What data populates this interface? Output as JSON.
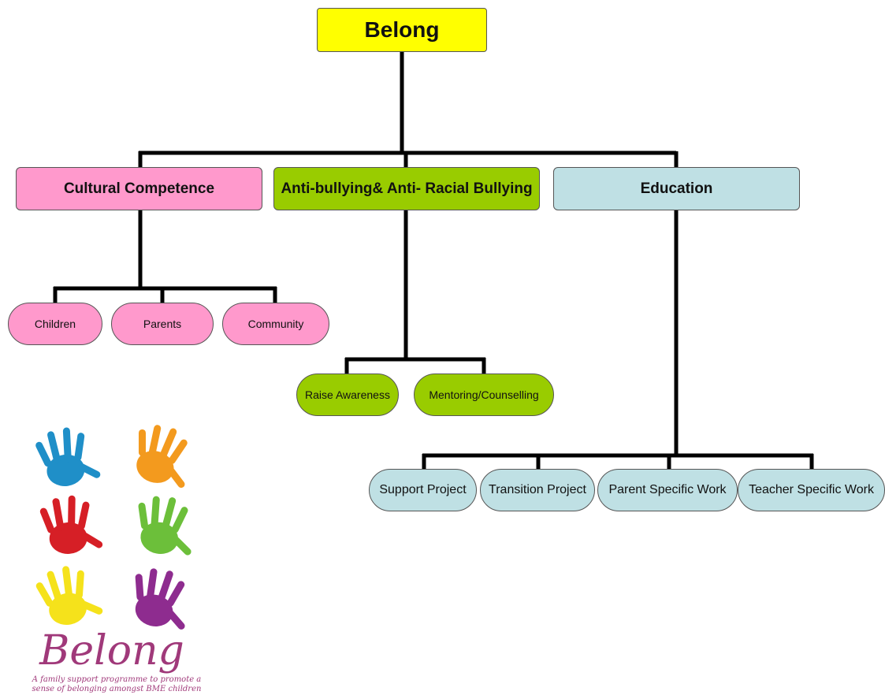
{
  "root": {
    "label": "Belong"
  },
  "categories": [
    {
      "label": "Cultural Competence",
      "children": [
        "Children",
        "Parents",
        "Community"
      ]
    },
    {
      "label": "Anti-bullying& Anti- Racial Bullying",
      "children": [
        "Raise Awareness",
        "Mentoring/Counselling"
      ]
    },
    {
      "label": "Education",
      "children": [
        "Support Project",
        "Transition Project",
        "Parent Specific Work",
        "Teacher Specific Work"
      ]
    }
  ],
  "colors": {
    "root": "#ffff00",
    "pink": "#ff99cc",
    "green": "#99cc00",
    "blue": "#bfe0e4",
    "connector": "#000000"
  },
  "logo": {
    "title": "Belong",
    "tagline_line1": "A family support programme to promote a",
    "tagline_line2": "sense of belonging amongst BME children",
    "hand_colors": [
      "#1f8fc8",
      "#f39a1e",
      "#d61f26",
      "#6cbf3a",
      "#f5e21b",
      "#8e2c8f"
    ]
  }
}
